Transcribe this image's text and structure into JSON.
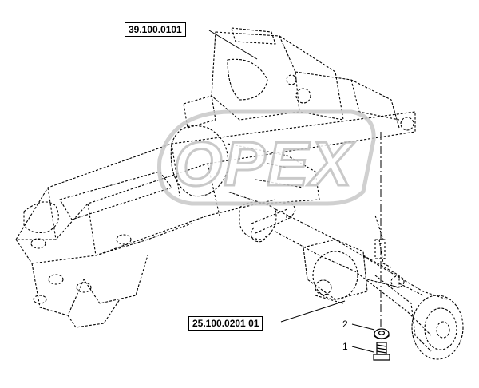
{
  "watermark": {
    "text": "OPEX"
  },
  "references": {
    "frame_ref": "39.100.0101",
    "axle_ref": "25.100.0201 01"
  },
  "callouts": [
    {
      "number": "2",
      "part": "washer-icon"
    },
    {
      "number": "1",
      "part": "bolt-icon"
    }
  ],
  "colors": {
    "line": "#000000",
    "watermark": "#c8c8c8"
  }
}
